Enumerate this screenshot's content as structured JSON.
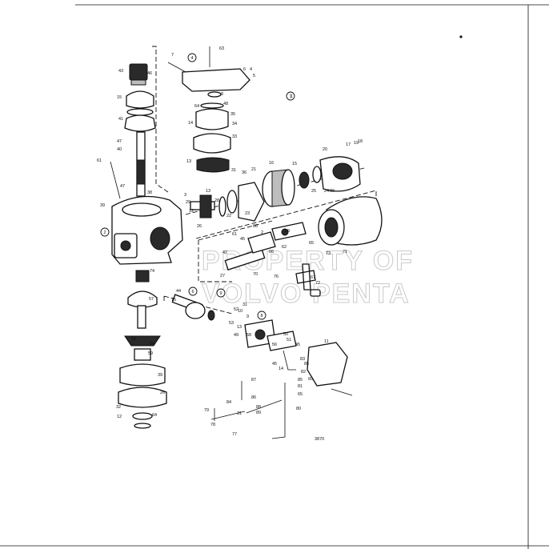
{
  "figure_number": "3870",
  "watermark": [
    "PROPERTY OF",
    "VOLVO PENTA"
  ],
  "group_labels": [
    "1",
    "2",
    "4",
    "6",
    "8",
    "9"
  ],
  "part_labels": [
    "63",
    "7",
    "4",
    "5",
    "6",
    "43",
    "46",
    "8",
    "15",
    "64",
    "48",
    "35",
    "14",
    "34",
    "41",
    "33",
    "47",
    "40",
    "13",
    "61",
    "1",
    "17",
    "19",
    "18",
    "20",
    "16",
    "15",
    "31",
    "36",
    "21",
    "24",
    "30",
    "25",
    "3",
    "47",
    "38",
    "13",
    "29",
    "12",
    "22",
    "23",
    "26",
    "28",
    "39",
    "62",
    "2",
    "69",
    "60",
    "71",
    "45",
    "61",
    "42",
    "70",
    "67",
    "66",
    "73",
    "27",
    "76",
    "65",
    "72",
    "74",
    "44",
    "57",
    "75",
    "13",
    "10",
    "31",
    "9",
    "53",
    "52",
    "49",
    "50",
    "58",
    "51",
    "56",
    "45",
    "55",
    "54",
    "59",
    "45",
    "14",
    "83",
    "82",
    "60",
    "85",
    "11",
    "39",
    "87",
    "26",
    "84",
    "86",
    "81",
    "32",
    "12",
    "85",
    "64",
    "79",
    "88",
    "31",
    "89",
    "65",
    "78",
    "77",
    "80"
  ]
}
